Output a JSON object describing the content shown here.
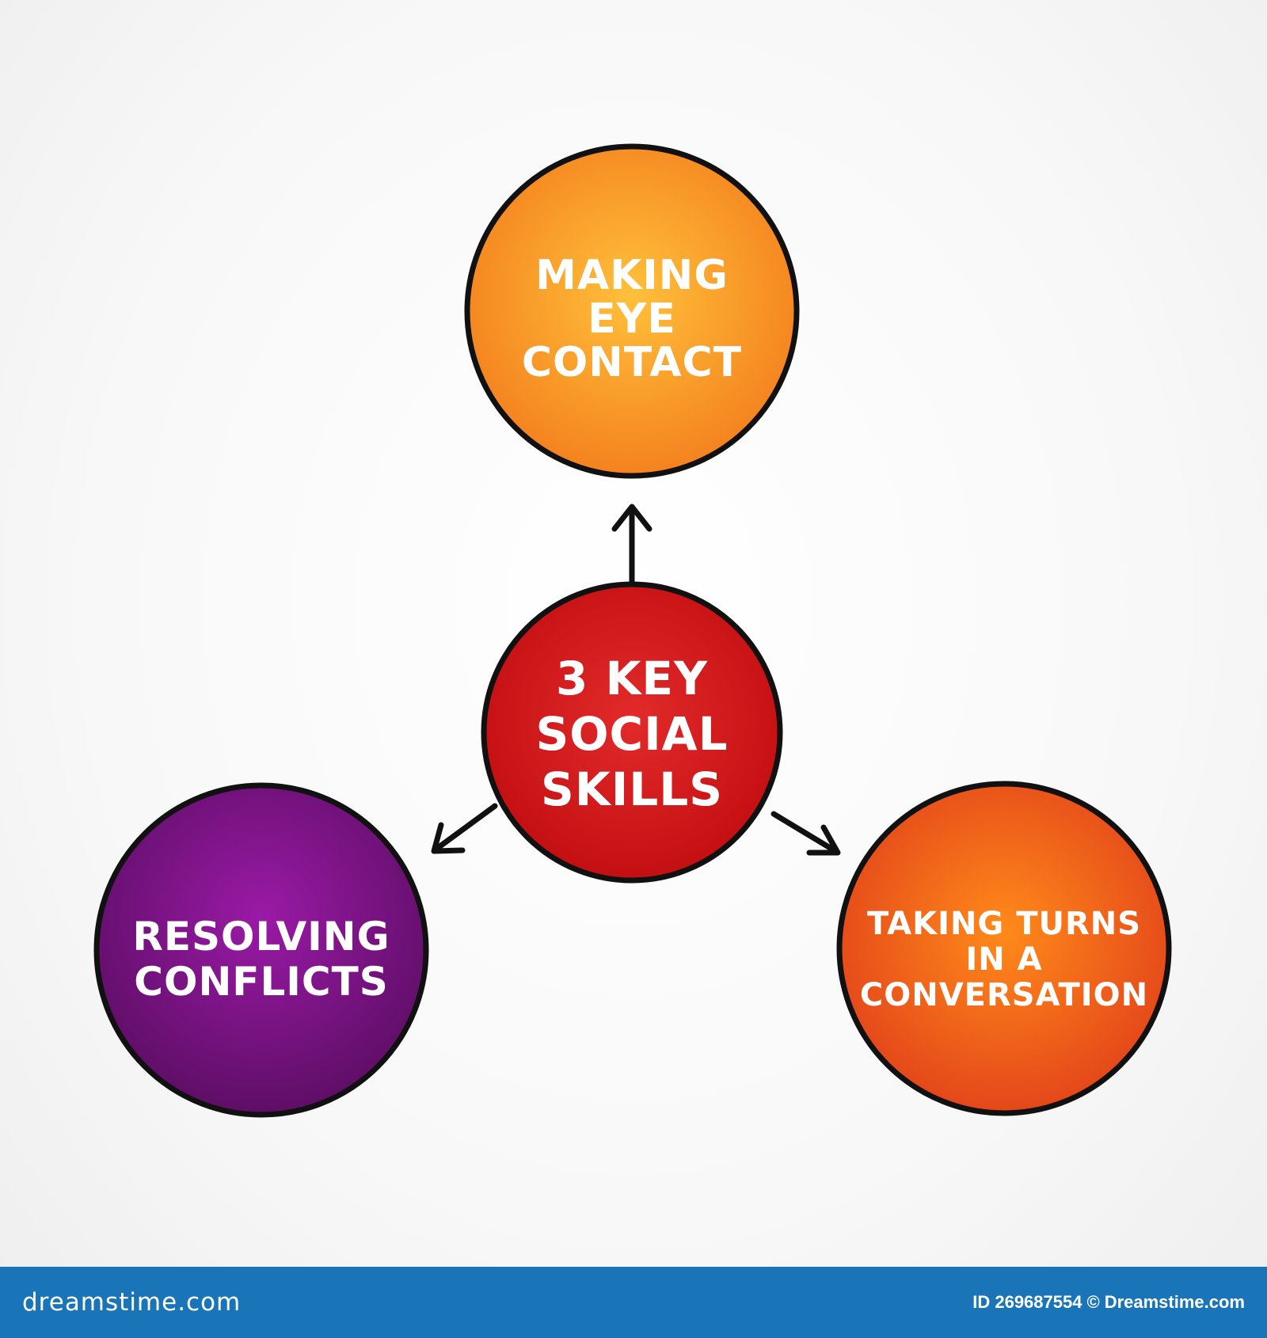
{
  "center": {
    "lines": [
      "3 KEY",
      "SOCIAL",
      "SKILLS"
    ],
    "color": "#dc1f1f"
  },
  "nodes": {
    "top": {
      "lines": [
        "MAKING",
        "EYE",
        "CONTACT"
      ],
      "color": "#f7941e"
    },
    "left": {
      "lines": [
        "RESOLVING",
        "CONFLICTS"
      ],
      "color": "#7b1a82"
    },
    "right": {
      "lines": [
        "TAKING TURNS",
        "IN A",
        "CONVERSATION"
      ],
      "color": "#f05a1a"
    }
  },
  "footer": {
    "logo": "dreamstime.com",
    "id": "ID 269687554",
    "copyright": "©",
    "site": "Dreamstime.com"
  }
}
